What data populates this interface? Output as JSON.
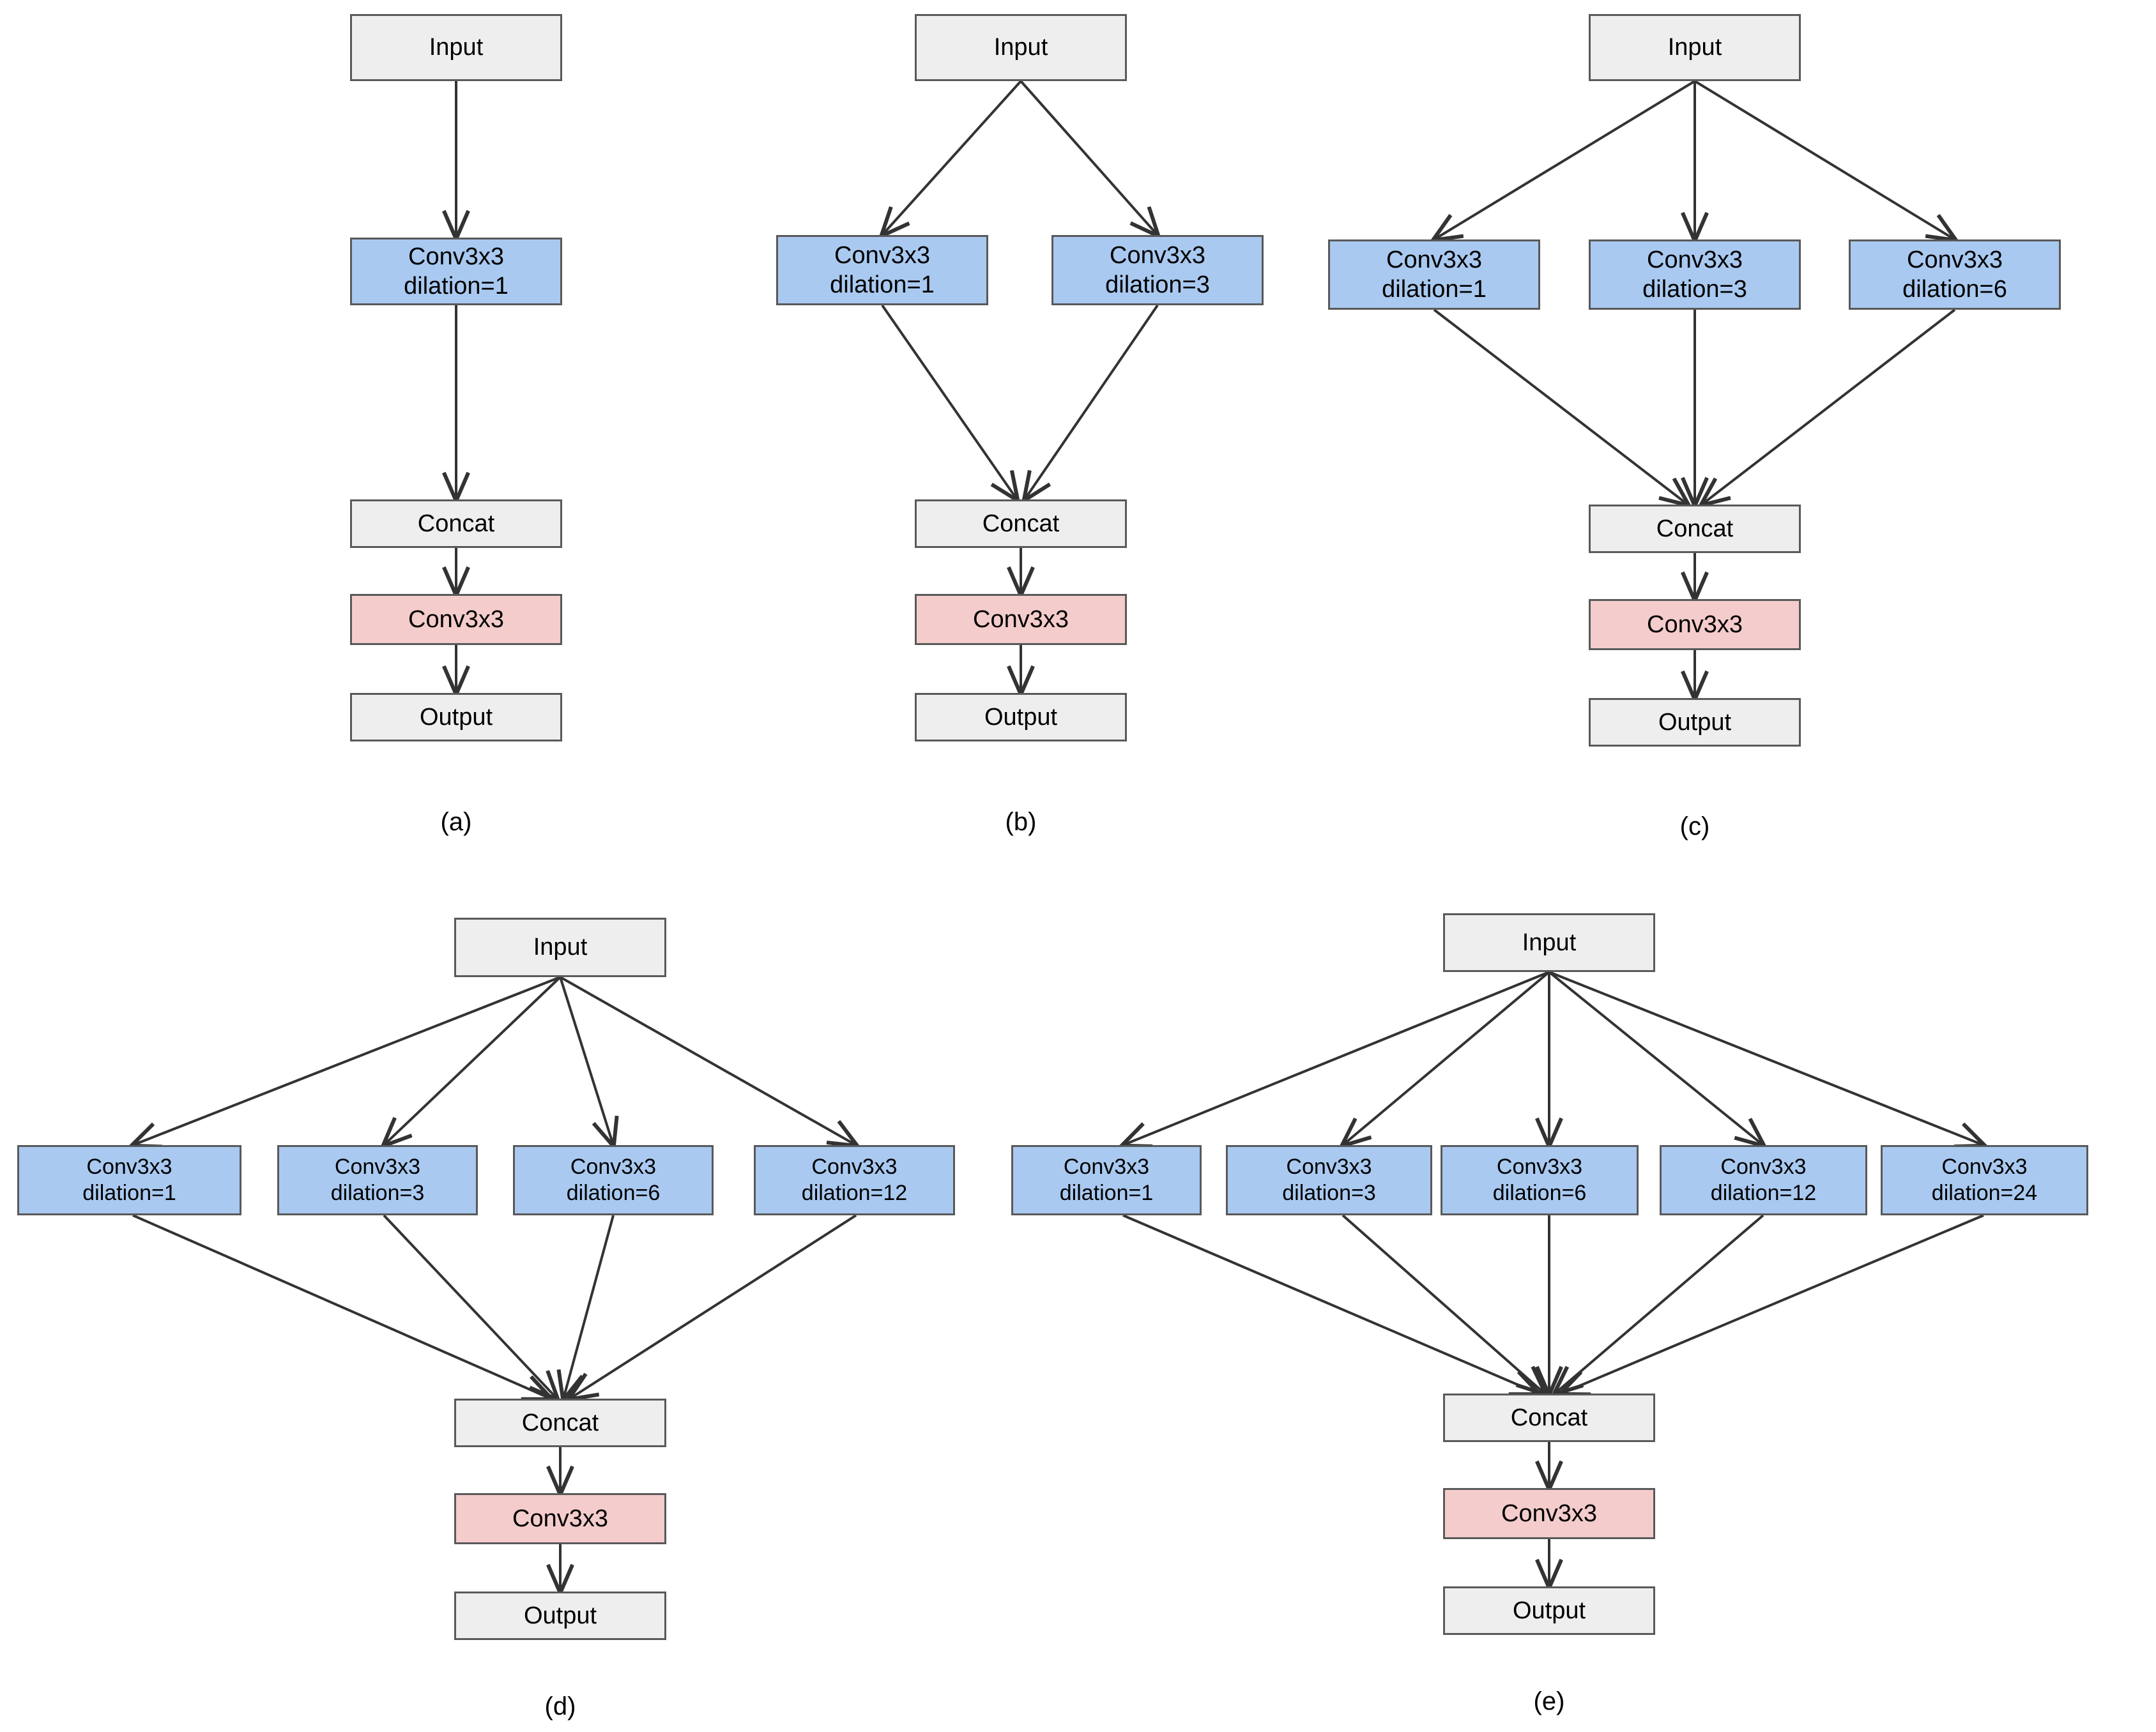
{
  "figure": {
    "background": "#ffffff",
    "colors": {
      "input_output_fill": "#eeeeee",
      "branch_conv_fill": "#a9c9f0",
      "fusion_conv_fill": "#f4cccc",
      "border": "#595959",
      "arrow": "#333333",
      "text": "#000000"
    },
    "labels": {
      "input": "Input",
      "concat": "Concat",
      "conv": "Conv3x3",
      "output": "Output"
    }
  },
  "panels": [
    {
      "id": "a",
      "caption": "(a)",
      "input": "Input",
      "branches": [
        {
          "line1": "Conv3x3",
          "line2": "dilation=1",
          "dilation": 1
        }
      ],
      "concat": "Concat",
      "fusion": "Conv3x3",
      "output": "Output"
    },
    {
      "id": "b",
      "caption": "(b)",
      "input": "Input",
      "branches": [
        {
          "line1": "Conv3x3",
          "line2": "dilation=1",
          "dilation": 1
        },
        {
          "line1": "Conv3x3",
          "line2": "dilation=3",
          "dilation": 3
        }
      ],
      "concat": "Concat",
      "fusion": "Conv3x3",
      "output": "Output"
    },
    {
      "id": "c",
      "caption": "(c)",
      "input": "Input",
      "branches": [
        {
          "line1": "Conv3x3",
          "line2": "dilation=1",
          "dilation": 1
        },
        {
          "line1": "Conv3x3",
          "line2": "dilation=3",
          "dilation": 3
        },
        {
          "line1": "Conv3x3",
          "line2": "dilation=6",
          "dilation": 6
        }
      ],
      "concat": "Concat",
      "fusion": "Conv3x3",
      "output": "Output"
    },
    {
      "id": "d",
      "caption": "(d)",
      "input": "Input",
      "branches": [
        {
          "line1": "Conv3x3",
          "line2": "dilation=1",
          "dilation": 1
        },
        {
          "line1": "Conv3x3",
          "line2": "dilation=3",
          "dilation": 3
        },
        {
          "line1": "Conv3x3",
          "line2": "dilation=6",
          "dilation": 6
        },
        {
          "line1": "Conv3x3",
          "line2": "dilation=12",
          "dilation": 12
        }
      ],
      "concat": "Concat",
      "fusion": "Conv3x3",
      "output": "Output"
    },
    {
      "id": "e",
      "caption": "(e)",
      "input": "Input",
      "branches": [
        {
          "line1": "Conv3x3",
          "line2": "dilation=1",
          "dilation": 1
        },
        {
          "line1": "Conv3x3",
          "line2": "dilation=3",
          "dilation": 3
        },
        {
          "line1": "Conv3x3",
          "line2": "dilation=6",
          "dilation": 6
        },
        {
          "line1": "Conv3x3",
          "line2": "dilation=12",
          "dilation": 12
        },
        {
          "line1": "Conv3x3",
          "line2": "dilation=24",
          "dilation": 24
        }
      ],
      "concat": "Concat",
      "fusion": "Conv3x3",
      "output": "Output"
    }
  ]
}
